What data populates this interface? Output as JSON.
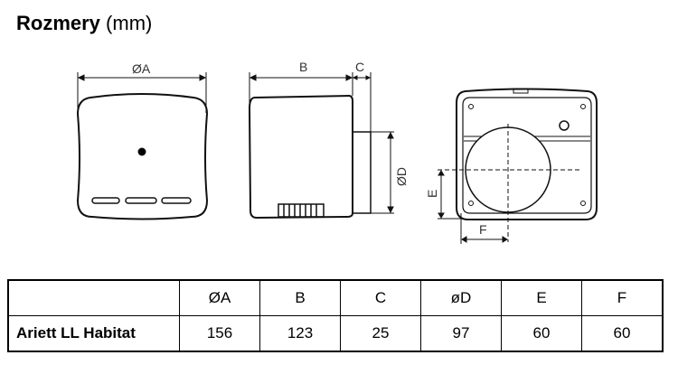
{
  "title": {
    "bold": "Rozmery",
    "unit": "(mm)"
  },
  "diagram_labels": {
    "a": "ØA",
    "b": "B",
    "c": "C",
    "d": "ØD",
    "e": "E",
    "f": "F"
  },
  "table": {
    "headers": [
      "",
      "ØA",
      "B",
      "C",
      "øD",
      "E",
      "F"
    ],
    "rows": [
      {
        "label": "Ariett LL Habitat",
        "values": [
          "156",
          "123",
          "25",
          "97",
          "60",
          "60"
        ]
      }
    ]
  }
}
